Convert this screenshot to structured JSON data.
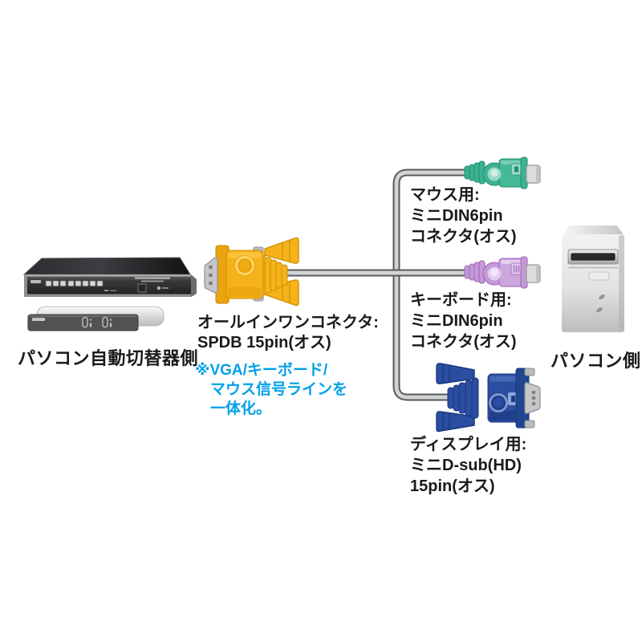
{
  "labels": {
    "switcher_side": "パソコン自動切替器側",
    "pc_side": "パソコン側",
    "all_in_one": {
      "line1": "オールインワンコネクタ:",
      "line2": "SPDB 15pin(オス)"
    },
    "note": {
      "line1": "※VGA/キーボード/",
      "line2": "マウス信号ラインを",
      "line3": "一体化。"
    },
    "mouse": {
      "line1": "マウス用:",
      "line2": "ミニDIN6pin",
      "line3": "コネクタ(オス)"
    },
    "keyboard": {
      "line1": "キーボード用:",
      "line2": "ミニDIN6pin",
      "line3": "コネクタ(オス)"
    },
    "display": {
      "line1": "ディスプレイ用:",
      "line2": "ミニD-sub(HD)",
      "line3": "15pin(オス)"
    }
  },
  "icons": {
    "kvm_rack_switch": "kvm-switch-rack-device",
    "kvm_compact_switch": "kvm-switch-compact-device",
    "pc_tower": "pc-tower",
    "all_in_one_connector": "combo-vga-connector-yellow",
    "mouse_connector": "ps2-mini-din6-connector-green",
    "keyboard_connector": "ps2-mini-din6-connector-purple",
    "display_connector": "vga-d-sub-connector-blue",
    "cable": "split-kvm-cable"
  },
  "colors": {
    "background": "#FFFFFF",
    "label_text": "#1A1A1A",
    "note_text": "#00A0E9",
    "connector_all_in_one": "#F5B21B",
    "connector_mouse": "#3CB291",
    "connector_keyboard": "#C49AD6",
    "connector_display": "#2B4EA2",
    "cable_outline": "#58595B",
    "cable_core": "#D1D3D4"
  }
}
